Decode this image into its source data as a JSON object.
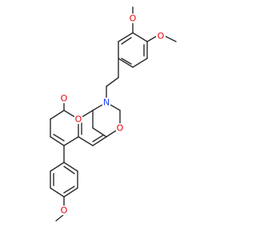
{
  "colors": {
    "bond": "#2b2b2b",
    "oxygen": "#e8000b",
    "nitrogen": "#2040ff",
    "background": "#ffffff"
  },
  "atoms": {
    "o_methoxy_top1": "O",
    "o_methoxy_top2": "O",
    "n_oxazine": "N",
    "o_oxazine": "O",
    "o_carbonyl": "O",
    "o_lactone": "O",
    "o_methoxy_bottom": "O"
  }
}
